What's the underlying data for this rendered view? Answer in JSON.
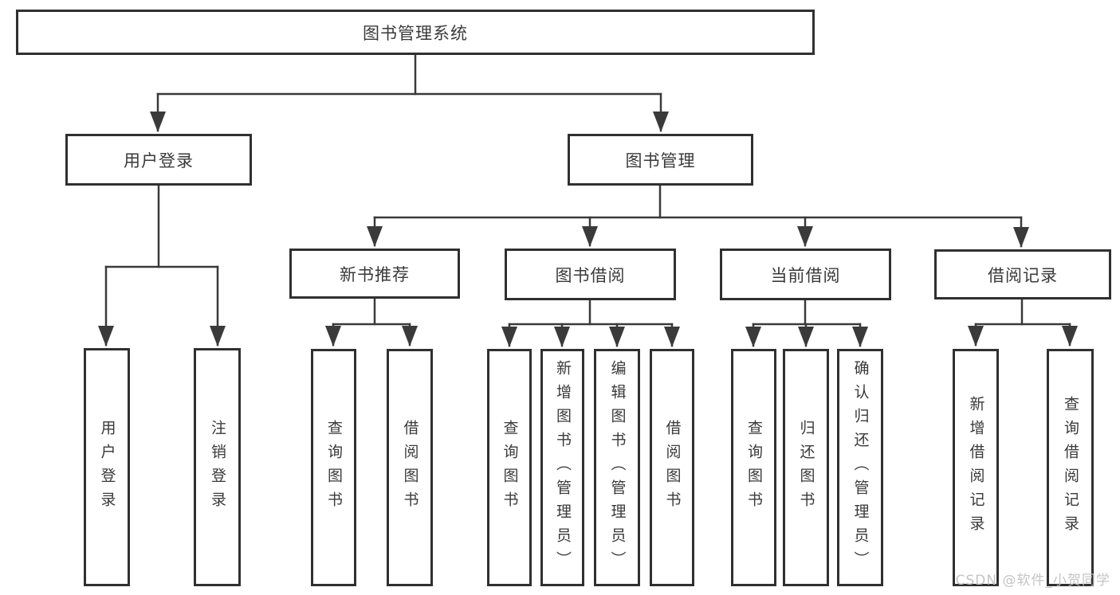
{
  "diagram": {
    "title": "图书管理系统",
    "watermark": "CSDN @软件_小贺同学",
    "colors": {
      "line": "#3a3a3a",
      "box_border": "#303030",
      "text": "#3a3a3a",
      "watermark": "#c1c1c1",
      "background": "#ffffff"
    },
    "root": {
      "label": "图书管理系统"
    },
    "level2": [
      {
        "label": "用户登录"
      },
      {
        "label": "图书管理"
      }
    ],
    "level3": [
      {
        "label": "新书推荐"
      },
      {
        "label": "图书借阅"
      },
      {
        "label": "当前借阅"
      },
      {
        "label": "借阅记录"
      }
    ],
    "level4": {
      "user_login": [
        {
          "label": "用户登录"
        },
        {
          "label": "注销登录"
        }
      ],
      "new_book_recommend": [
        {
          "label": "查询图书"
        },
        {
          "label": "借阅图书"
        }
      ],
      "book_borrow": [
        {
          "label": "查询图书"
        },
        {
          "label": "新增图书（管理员）"
        },
        {
          "label": "编辑图书（管理员）"
        },
        {
          "label": "借阅图书"
        }
      ],
      "current_borrow": [
        {
          "label": "查询图书"
        },
        {
          "label": "归还图书"
        },
        {
          "label": "确认归还（管理员）"
        }
      ],
      "borrow_records": [
        {
          "label": "新增借阅记录"
        },
        {
          "label": "查询借阅记录"
        }
      ]
    }
  }
}
